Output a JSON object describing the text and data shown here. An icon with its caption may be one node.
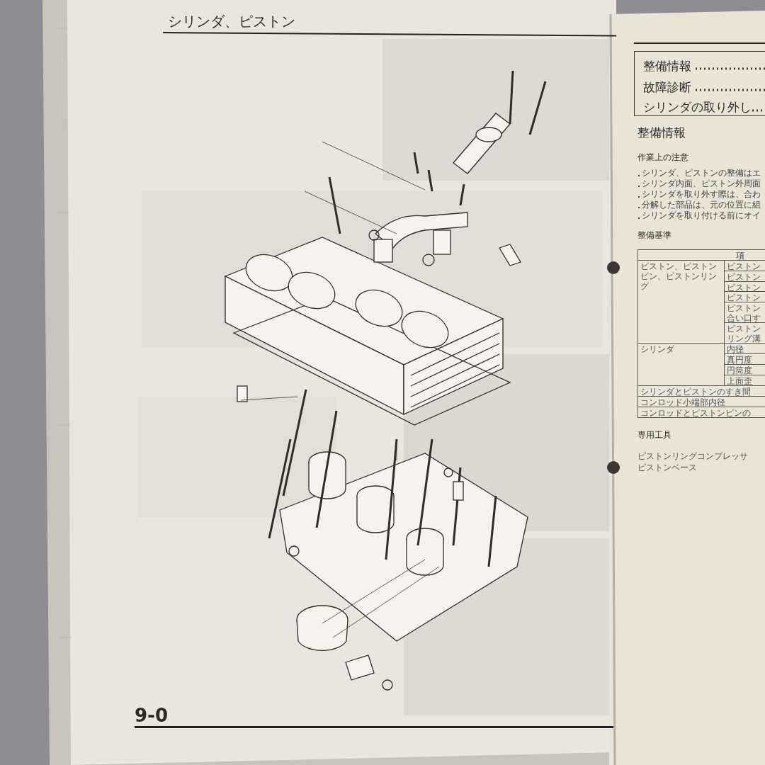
{
  "diagram": {
    "title": "シリンダ、ピストン",
    "labels": [
      "整備情報",
      "故障診断",
      "シリンダの取り外し",
      "整備情報",
      "作業上の注意",
      "シリンダ、ピストンの整備はエ",
      "シリンダ内面、ピストン外周面",
      "シリンダを取り外す際は、合わ",
      "分解した部品は、元の位置に組",
      "シリンダを取り付ける前にオイ",
      "整備基準",
      "項",
      "ピストン、ピストンピン、ピストンリング",
      "ピストン",
      "ピストン",
      "ピストン",
      "ピストン",
      "ピストン合い口す",
      "ピストンリング溝",
      "シリンダ",
      "内径",
      "真円度",
      "円筒度",
      "上面歪",
      "シリンダとピストンのすき間",
      "コンロッド小端部内径",
      "コンロッドとピストンピンの",
      "専用工具",
      "ピストンリングコンプレッサ",
      "ピストンベース",
      "9-0"
    ]
  }
}
